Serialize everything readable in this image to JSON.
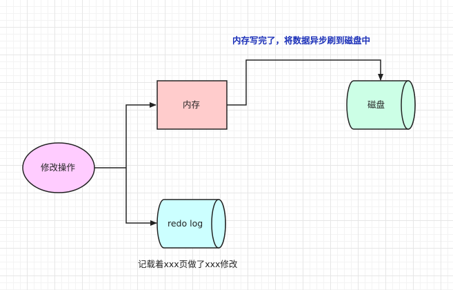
{
  "annotation": "内存写完了，将数据异步刷到磁盘中",
  "nodes": {
    "modify": "修改操作",
    "memory": "内存",
    "redo_log": "redo log",
    "disk": "磁盘"
  },
  "caption": "记载着xxx页做了xxx修改",
  "colors": {
    "modify_fill": "#ffccff",
    "memory_fill": "#ffcccc",
    "redo_fill": "#ccffff",
    "disk_fill": "#ccffe6",
    "annotation_text": "#1a2fb8",
    "stroke": "#222222"
  }
}
